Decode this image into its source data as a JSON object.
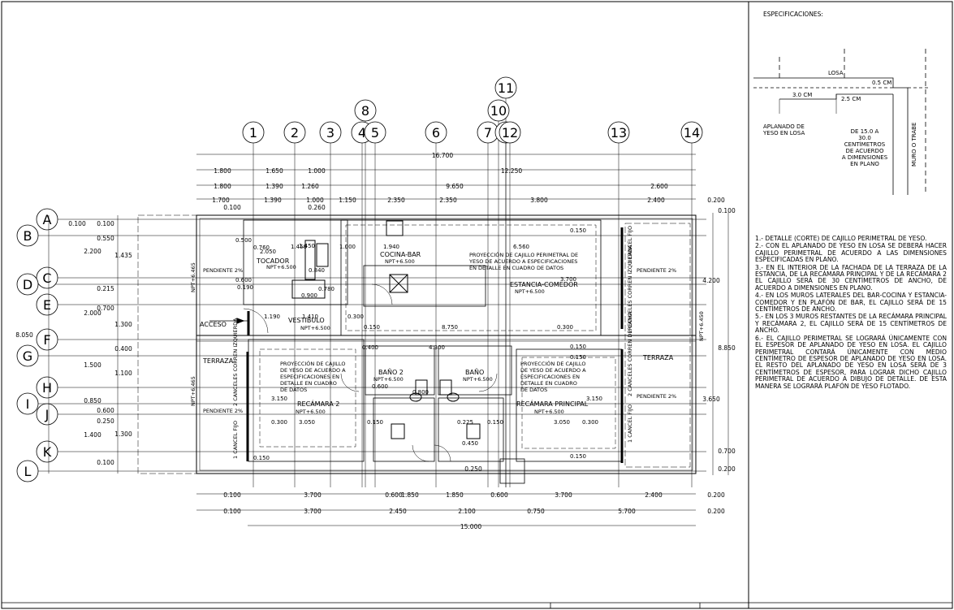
{
  "axes_numbers": [
    "1",
    "2",
    "3",
    "4",
    "5",
    "6",
    "7",
    "8",
    "9",
    "10",
    "11",
    "12",
    "13",
    "14"
  ],
  "axes_letters": [
    "A",
    "B",
    "C",
    "D",
    "E",
    "F",
    "G",
    "H",
    "I",
    "J",
    "K",
    "L"
  ],
  "dims_top": {
    "total": "16.700",
    "row1": [
      "1.800",
      "1.650",
      "1.000",
      "12.250"
    ],
    "row2": [
      "1.800",
      "1.390",
      "1.260",
      "9.650",
      "2.600"
    ],
    "row3": [
      "1.700",
      "1.390",
      "1.000",
      "1.150",
      "2.350",
      "2.350",
      "3.800",
      "2.400",
      "0.200"
    ],
    "row3b": [
      "0.100",
      "0.260"
    ]
  },
  "dims_bottom": {
    "row1": [
      "0.100",
      "3.700",
      "0.600",
      "1.850",
      "1.850",
      "0.600",
      "3.700",
      "2.400",
      "0.200"
    ],
    "row2": [
      "0.100",
      "3.700",
      "2.450",
      "2.100",
      "0.750",
      "5.700",
      "0.200"
    ],
    "total": "15.000",
    "extra": "0.250"
  },
  "dims_left": {
    "outer": "8.050",
    "inner": [
      "0.100",
      "0.100",
      "0.550",
      "2.200",
      "1.435",
      "0.215",
      "0.700",
      "2.000",
      "1.300",
      "0.400",
      "1.500",
      "1.100",
      "0.850",
      "0.600",
      "0.250",
      "1.400",
      "1.300",
      "0.100"
    ]
  },
  "dims_right": [
    "0.100",
    "4.200",
    "8.850",
    "3.650",
    "0.700",
    "0.200"
  ],
  "rooms": {
    "tocador": "TOCADOR",
    "cocina": "COCINA-BAR",
    "estancia": "ESTANCIA-COMEDOR",
    "vestibulo": "VESTIBULO",
    "acceso": "ACCESO",
    "terraza_left": "TERRAZA",
    "terraza_right": "TERRAZA",
    "recamara2": "RECÁMARA 2",
    "recamara_principal": "RECÁMARA PRINCIPAL",
    "bano2": "BAÑO 2",
    "bano": "BAÑO"
  },
  "levels": {
    "npt": "NPT+6.500",
    "npt_side1": "NPT+6.465",
    "npt_side2": "NPT+6.450"
  },
  "pendiente": "PENDIENTE 2%",
  "projection_note_1": [
    "PROYECCIÓN DE CAJILLO PERIMETRAL DE",
    "YESO DE ACUERDO A ESPECIFICACIONES",
    "EN DETALLE EN CUADRO DE DATOS"
  ],
  "projection_note_2": [
    "PROYECCIÓN DE CAJILLO",
    "DE YESO DE ACUERDO A",
    "ESPECIFICACIONES EN",
    "DETALLE EN CUADRO",
    "DE DATOS"
  ],
  "cancel": {
    "fijo": "1 CANCEL FIJO",
    "izq": "2 CANCELES CORREN IZQUIERDA",
    "der": "2 CANCELES CORREN DERECHA"
  },
  "detail": {
    "title": "ESPECIFICACIONES:",
    "losa": "LOSA",
    "cm05": "0.5 CM",
    "cm30": "3.0 CM",
    "cm25": "2.5 CM",
    "aplanado": [
      "APLANADO DE",
      "YESO EN LOSA"
    ],
    "ancho": [
      "DE 15.0 A",
      "30.0",
      "CENTÍMETROS",
      "DE ACUERDO",
      "A DIMENSIONES",
      "EN PLANO"
    ],
    "muro": "MURO O TRABE"
  },
  "notes": [
    "1.- DETALLE (CORTE) DE CAJILLO PERIMETRAL DE YESO.",
    "2.- CON EL APLANADO DE YESO EN LOSA SE DEBERÁ HACER CAJILLO PERIMETRAL DE ACUERDO A LAS DIMENSIONES ESPECIFICADAS EN PLANO.",
    "3.- EN EL INTERIOR DE LA FACHADA DE LA TERRAZA DE LA ESTANCIA, DE LA RECÁMARA PRINCIPAL Y DE LA RECÁMARA 2 EL CAJILLO SERÁ DE 30 CENTÍMETROS DE ANCHO, DE ACUERDO A DIMENSIONES EN PLANO.",
    "4.- EN LOS MUROS LATERALES DEL BAR-COCINA Y ESTANCIA-COMEDOR Y EN PLAFÓN DE BAR, EL CAJILLO SERÁ DE 15 CENTÍMETROS DE ANCHO.",
    "5.- EN LOS 3 MUROS RESTANTES DE LA RECÁMARA PRINCIPAL Y RECÁMARA 2, EL CAJILLO SERÁ DE 15 CENTÍMETROS DE ANCHO.",
    "6.- EL CAJILLO PERIMETRAL SE LOGRARÁ ÚNICAMENTE CON EL ESPESOR DE APLANADO DE YESO EN LOSA. EL CAJILLO PERIMETRAL CONTARÁ ÚNICAMENTE CON MEDIO CENTÍMETRO DE ESPESOR DE APLANADO DE YESO EN LOSA. EL RESTO DEL APLANADO DE YESO EN LOSA SERÁ DE 3 CENTÍMETROS DE ESPESOR, PARA LOGRAR DICHO CAJILLO PERIMETRAL DE ACUERDO A DIBUJO DE DETALLE. DE ESTA MANERA SE LOGRARÁ PLAFÓN DE YESO FLOTADO."
  ],
  "interior_dims": [
    "2.050",
    "1.450",
    "1.000",
    "1.940",
    "0.760",
    "0.500",
    "0.600",
    "0.190",
    "0.840",
    "0.900",
    "0.780",
    "1.190",
    "1.410",
    "0.300",
    "0.150",
    "6.560",
    "3.700",
    "0.150",
    "8.750",
    "0.300",
    "0.400",
    "4.300",
    "0.150",
    "0.150",
    "3.150",
    "3.050",
    "0.300",
    "0.150",
    "0.225",
    "0.450",
    "0.800",
    "0.600",
    "1.450",
    "3.150",
    "3.050",
    "0.300",
    "0.150",
    "0.150",
    "0.150"
  ]
}
